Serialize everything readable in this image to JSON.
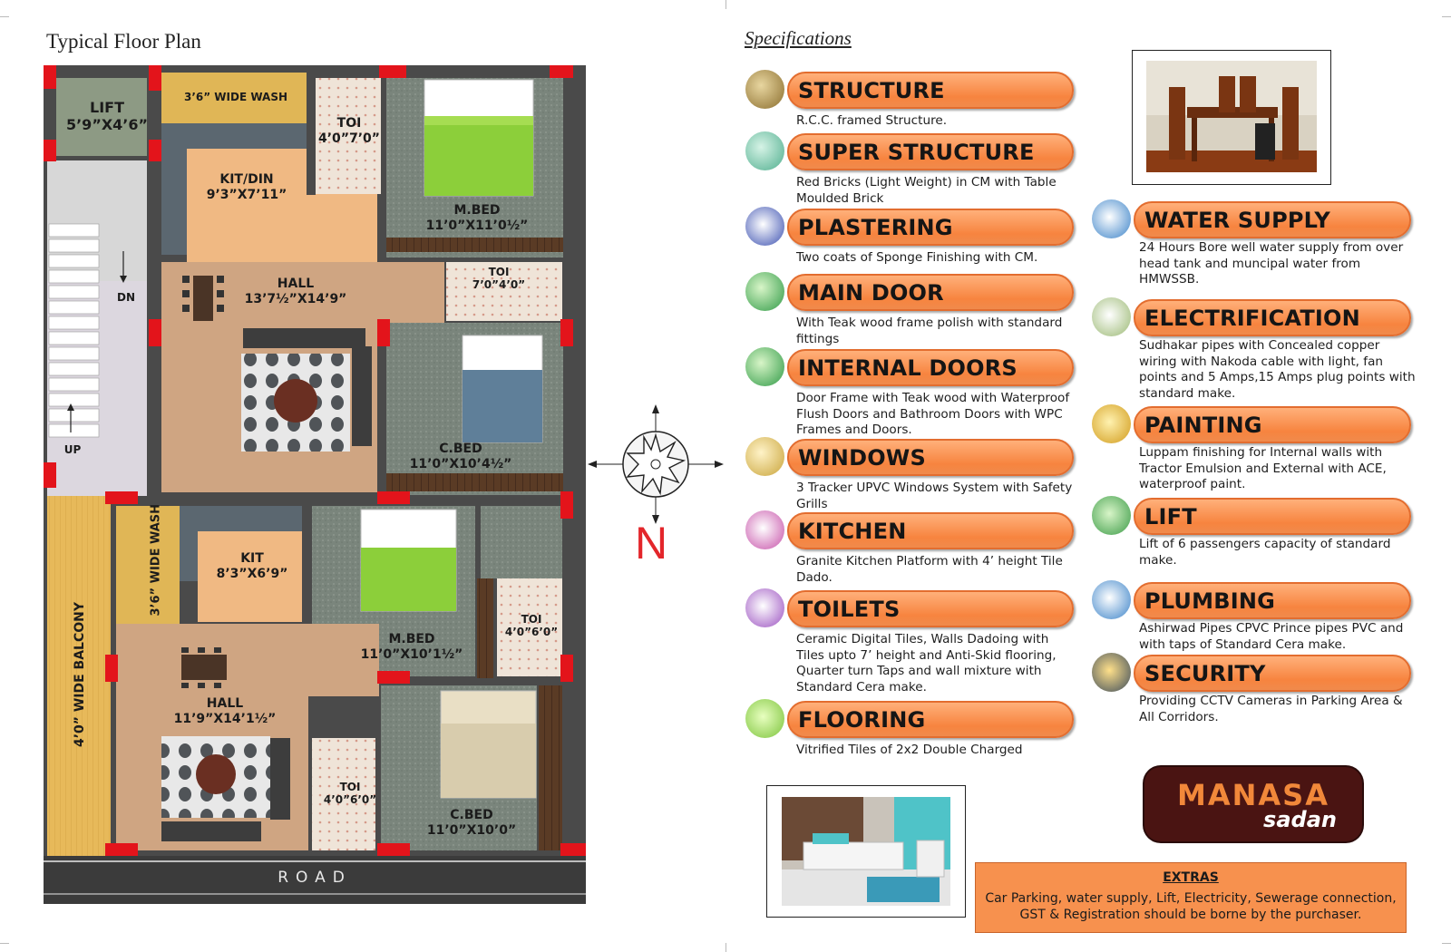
{
  "floor_plan": {
    "title": "Typical Floor Plan",
    "rooms": {
      "lift": {
        "name": "LIFT",
        "dim": "5’9”X4’6”"
      },
      "wash_top": {
        "name": "3’6” WIDE WASH"
      },
      "toi_top": {
        "name": "TOI",
        "dim": "4’0”7’0”"
      },
      "kit_din": {
        "name": "KIT/DIN",
        "dim": "9’3”X7’11”"
      },
      "mbed_top": {
        "name": "M.BED",
        "dim": "11’0”X11’0½”"
      },
      "hall_top": {
        "name": "HALL",
        "dim": "13’7½”X14’9”"
      },
      "toi_mid": {
        "name": "TOI",
        "dim": "7’0”4’0”"
      },
      "cbed_top": {
        "name": "C.BED",
        "dim": "11’0”X10’4½”"
      },
      "wash_bottom": {
        "name": "3’6” WIDE WASH"
      },
      "kit": {
        "name": "KIT",
        "dim": "8’3”X6’9”"
      },
      "mbed_bottom": {
        "name": "M.BED",
        "dim": "11’0”X10’1½”"
      },
      "toi_right": {
        "name": "TOI",
        "dim": "4’0”6’0”"
      },
      "hall_bottom": {
        "name": "HALL",
        "dim": "11’9”X14’1½”"
      },
      "toi_bottom": {
        "name": "TOI",
        "dim": "4’0”6’0”"
      },
      "cbed_bottom": {
        "name": "C.BED",
        "dim": "11’0”X10’0”"
      },
      "balcony": {
        "name": "4’0” WIDE BALCONY"
      }
    },
    "stairs": {
      "down": "DN",
      "up": "UP"
    },
    "road": "ROAD"
  },
  "compass": {
    "north_label": "N"
  },
  "specifications": {
    "title": "Specifications",
    "left_column": [
      {
        "heading": "STRUCTURE",
        "text": "R.C.C. framed Structure.",
        "icon": "structure-icon"
      },
      {
        "heading": "SUPER STRUCTURE",
        "text": "Red Bricks (Light Weight) in CM with Table Moulded Brick",
        "icon": "brick-icon"
      },
      {
        "heading": "PLASTERING",
        "text": "Two coats of Sponge Finishing with CM.",
        "icon": "plaster-icon"
      },
      {
        "heading": "MAIN DOOR",
        "text": "With Teak wood frame polish with standard fittings",
        "icon": "door-icon"
      },
      {
        "heading": "INTERNAL DOORS",
        "text": "Door Frame with Teak wood with Waterproof Flush Doors and Bathroom Doors with WPC Frames and Doors.",
        "icon": "door-icon"
      },
      {
        "heading": "WINDOWS",
        "text": "3 Tracker UPVC Windows System with Safety Grills",
        "icon": "window-icon"
      },
      {
        "heading": "KITCHEN",
        "text": "Granite Kitchen Platform with 4’ height Tile Dado.",
        "icon": "kitchen-icon"
      },
      {
        "heading": "TOILETS",
        "text": "Ceramic Digital Tiles, Walls Dadoing with Tiles upto 7’ height and Anti-Skid flooring, Quarter turn Taps and wall mixture with  Standard Cera make.",
        "icon": "toilet-icon"
      },
      {
        "heading": "FLOORING",
        "text": "Vitrified Tiles of 2x2 Double Charged",
        "icon": "tile-icon"
      }
    ],
    "right_column": [
      {
        "heading": "WATER SUPPLY",
        "text": "24 Hours Bore well water supply from over head tank and muncipal water from HMWSSB.",
        "icon": "tap-icon"
      },
      {
        "heading": "ELECTRIFICATION",
        "text": "Sudhakar pipes with Concealed copper wiring with Nakoda cable with light, fan points and 5 Amps,15 Amps plug points with standard make.",
        "icon": "switch-icon"
      },
      {
        "heading": "PAINTING",
        "text": "Luppam finishing for Internal walls with Tractor Emulsion and External with ACE, waterproof paint.",
        "icon": "paint-icon"
      },
      {
        "heading": "LIFT",
        "text": "Lift of 6 passengers capacity of standard make.",
        "icon": "lift-icon"
      },
      {
        "heading": "PLUMBING",
        "text": "Ashirwad Pipes CPVC  Prince pipes PVC and with taps of Standard Cera make.",
        "icon": "tap-icon"
      },
      {
        "heading": "SECURITY",
        "text": "Providing CCTV Cameras in Parking Area & All Corridors.",
        "icon": "cctv-icon"
      }
    ]
  },
  "logo": {
    "main": "MANASA",
    "sub": "sadan"
  },
  "extras": {
    "title": "EXTRAS",
    "line1": "Car Parking, water supply, Lift, Electricity, Sewerage connection,",
    "line2": "GST & Registration should be borne by the purchaser."
  }
}
